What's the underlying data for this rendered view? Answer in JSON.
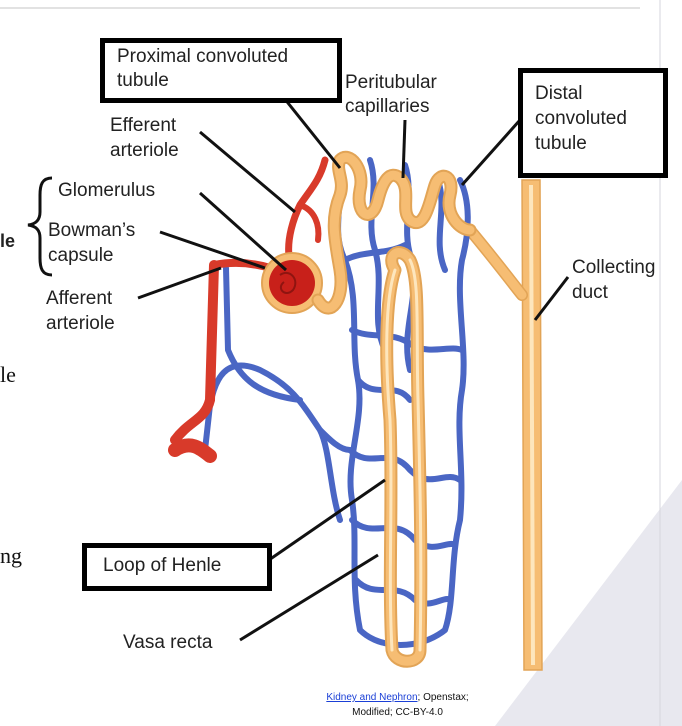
{
  "labels": {
    "proximal_line1": "Proximal convoluted",
    "proximal_line2": "tubule",
    "peritubular_line1": "Peritubular",
    "peritubular_line2": "capillaries",
    "distal_line1": "Distal",
    "distal_line2": "convoluted",
    "distal_line3": "tubule",
    "efferent_line1": "Efferent",
    "efferent_line2": "arteriole",
    "glomerulus": "Glomerulus",
    "bowmans_line1": "Bowman’s",
    "bowmans_line2": "capsule",
    "afferent_line1": "Afferent",
    "afferent_line2": "arteriole",
    "collecting_line1": "Collecting",
    "collecting_line2": "duct",
    "loop_of_henle": "Loop of Henle",
    "vasa_recta": "Vasa recta"
  },
  "edge_text": {
    "a": "le",
    "b": "le",
    "c": "ng"
  },
  "credit": {
    "link_text": "Kidney and Nephron",
    "rest": "; Openstax;",
    "line2": "Modified; CC-BY-4.0"
  },
  "colors": {
    "artery": "#d83a2a",
    "vein": "#4a66c4",
    "tubule": "#f6bd73",
    "tubule_light": "#fde6bd",
    "glomerulus": "#c8201a",
    "corner_panel": "#e7e7ee"
  }
}
